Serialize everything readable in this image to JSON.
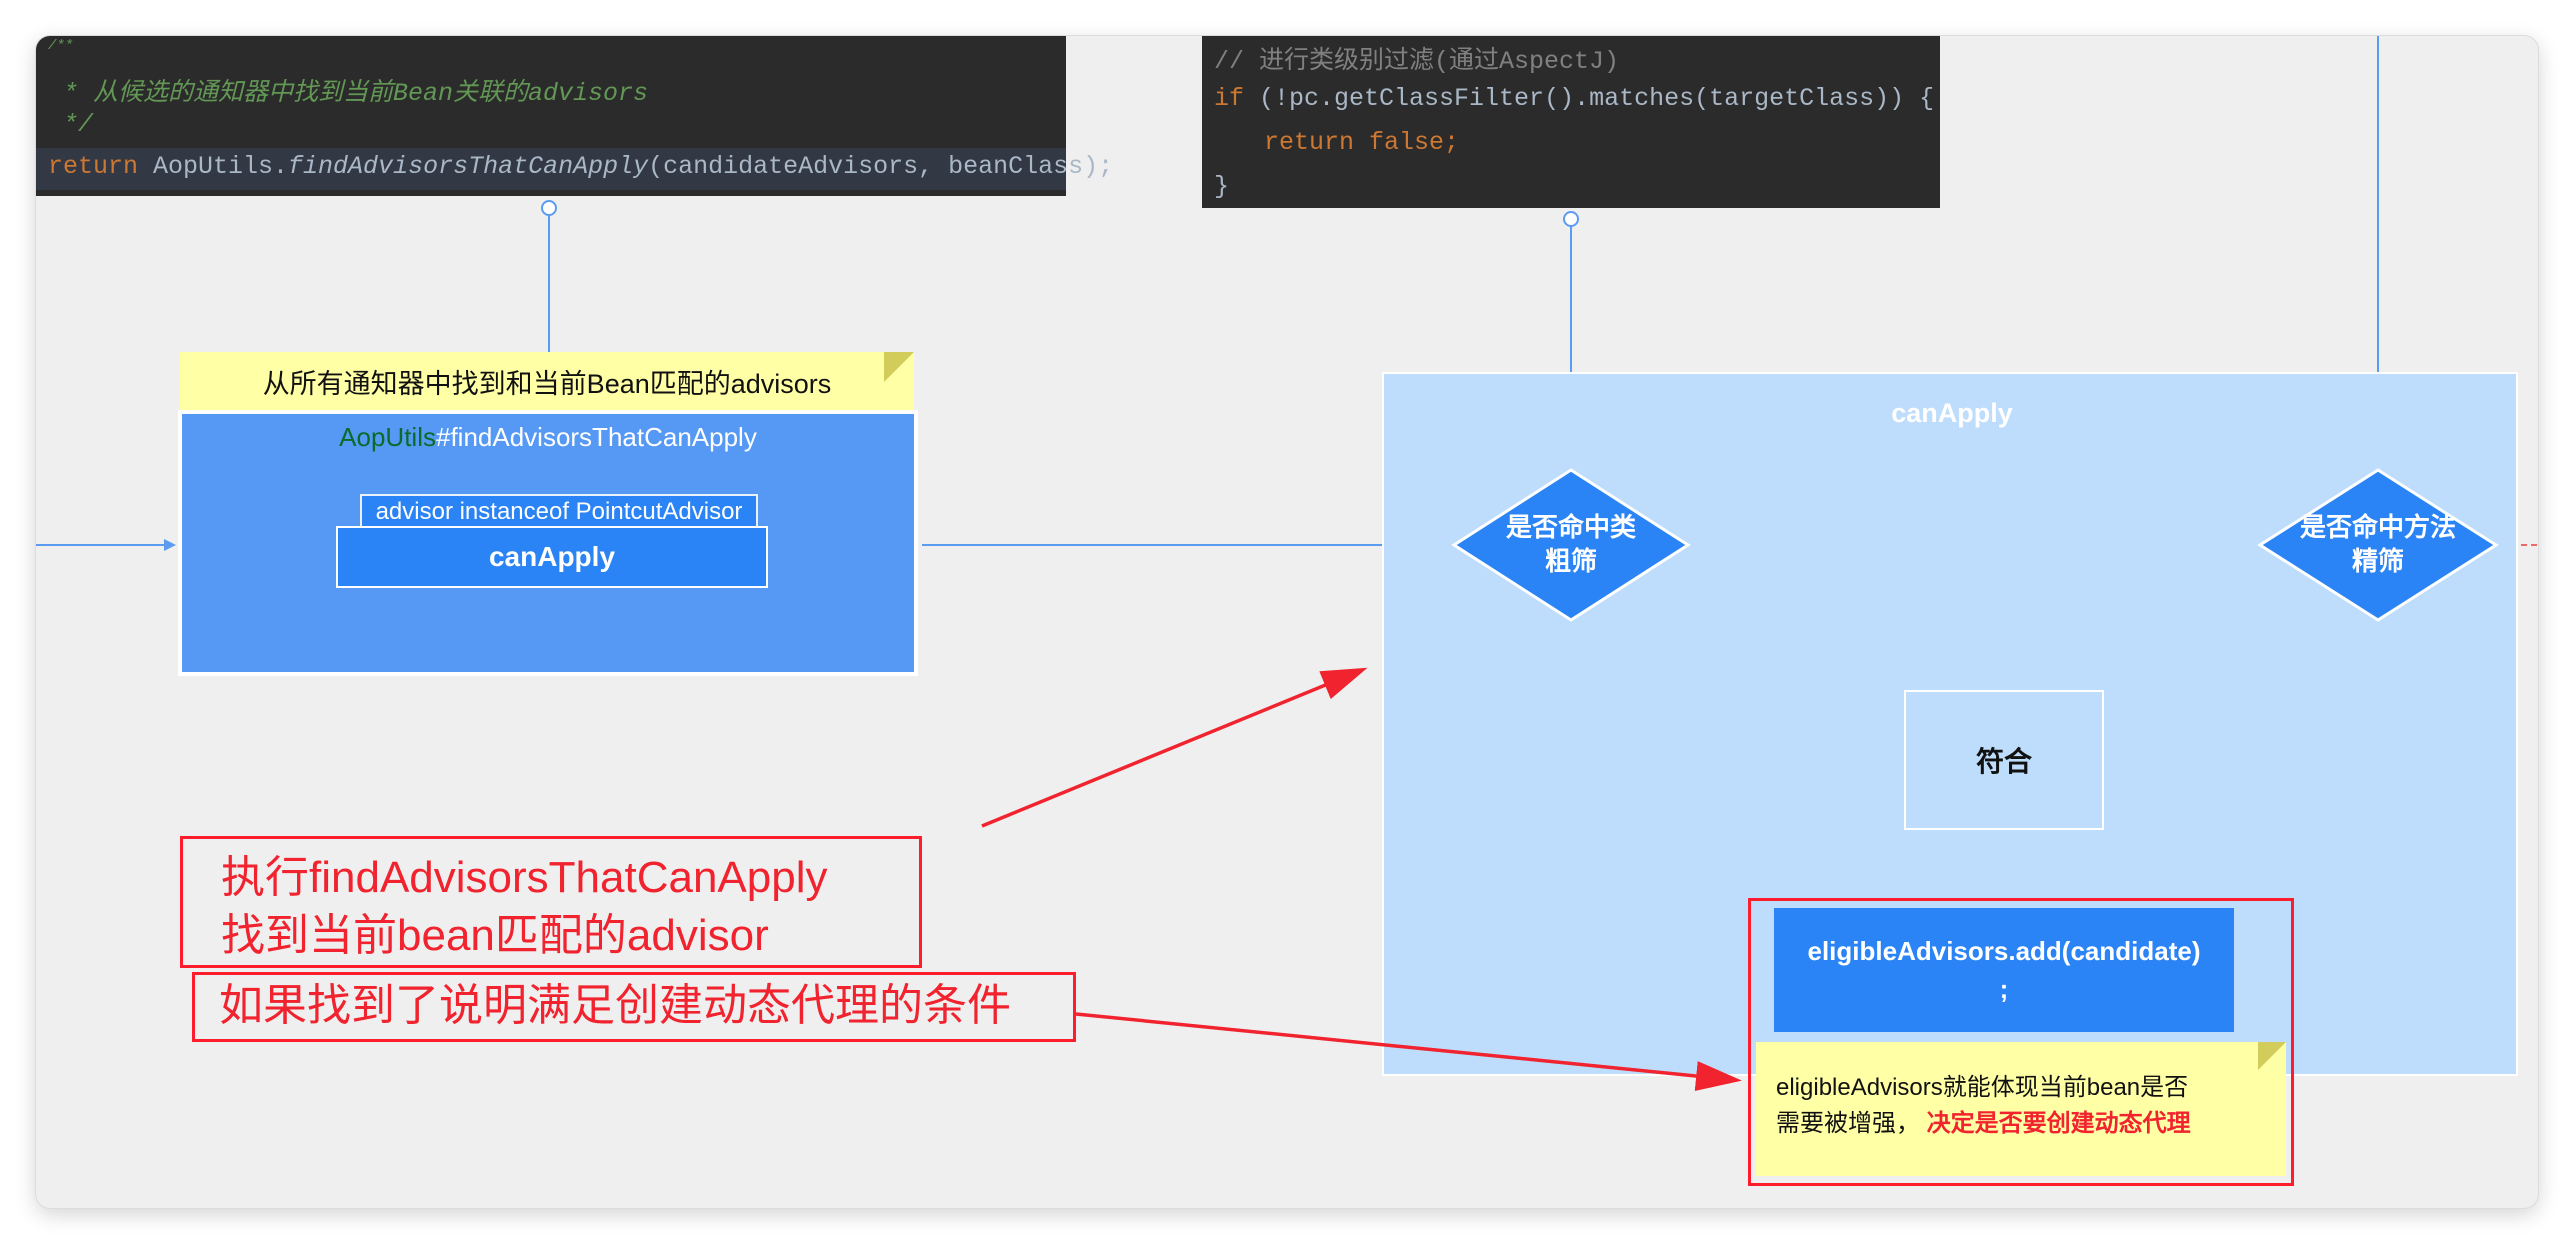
{
  "code_left": {
    "line1": "/**",
    "line2": " * 从候选的通知器中找到当前Bean关联的advisors",
    "line3": " */",
    "line4_kw": "return",
    "line4_obj": " AopUtils.",
    "line4_fn": "findAdvisorsThatCanApply",
    "line4_args": "(candidateAdvisors, beanClass);"
  },
  "code_right": {
    "line1": "// 进行类级别过滤(通过AspectJ)",
    "line2_kw": "if",
    "line2_rest": " (!pc.getClassFilter().matches(targetClass)) {",
    "line3_kw": "return false;",
    "line4": "}"
  },
  "note_top": "从所有通知器中找到和当前Bean匹配的advisors",
  "left_box": {
    "title_green": "AopUtils",
    "title_rest": "#findAdvisorsThatCanApply",
    "instanceof": "advisor instanceof PointcutAdvisor",
    "can_apply": "canApply"
  },
  "container": {
    "title": "canApply"
  },
  "diamond_class": {
    "line1": "是否命中类",
    "line2": "粗筛"
  },
  "diamond_method": {
    "line1": "是否命中方法",
    "line2": "精筛"
  },
  "fuhe": "符合",
  "eligible": {
    "line1": "eligibleAdvisors.add(candidate)",
    "line2": ";"
  },
  "note_bottom": {
    "line1": "eligibleAdvisors就能体现当前bean是否",
    "line2_a": "需要被增强，",
    "line2_b": "决定是否要创建动态代理"
  },
  "annotations": {
    "exec_line1": "执行findAdvisorsThatCanApply",
    "exec_line2": "找到当前bean匹配的advisor",
    "condition": "如果找到了说明满足创建动态代理的条件"
  },
  "colors": {
    "canvas_bg": "#efefef",
    "code_bg": "#2b2b2b",
    "blue_box": "#5599f5",
    "blue_node": "#2b84f5",
    "container_bg": "#bedcfb",
    "note_yellow": "#ffffa6",
    "annotation_red": "#f0232e",
    "connector_blue": "#5b9bf0"
  }
}
